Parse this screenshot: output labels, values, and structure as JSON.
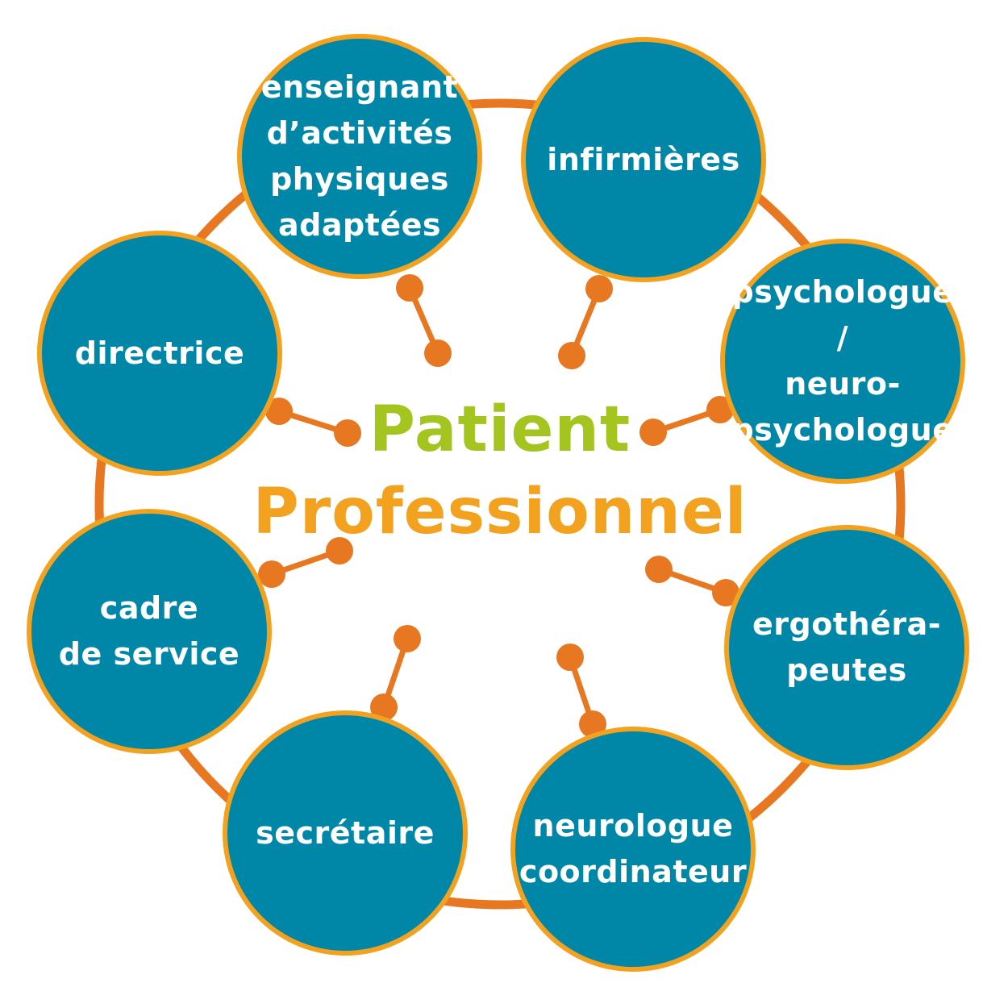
{
  "center": {
    "line1": "Patient",
    "line2": "Professionnel"
  },
  "colors": {
    "node_fill": "#0087a8",
    "node_border": "#f2a21f",
    "ring": "#e87722",
    "patient": "#a4c520",
    "professionnel": "#f2a21f"
  },
  "roles": [
    {
      "label": "enseignant\nd’activités\nphysiques\nadaptées"
    },
    {
      "label": "infirmières"
    },
    {
      "label": "psychologue /\nneuro-\npsychologue"
    },
    {
      "label": "ergothéra-\npeutes"
    },
    {
      "label": "neurologue\ncoordinateur"
    },
    {
      "label": "secrétaire"
    },
    {
      "label": "cadre\nde service"
    },
    {
      "label": "directrice"
    }
  ]
}
